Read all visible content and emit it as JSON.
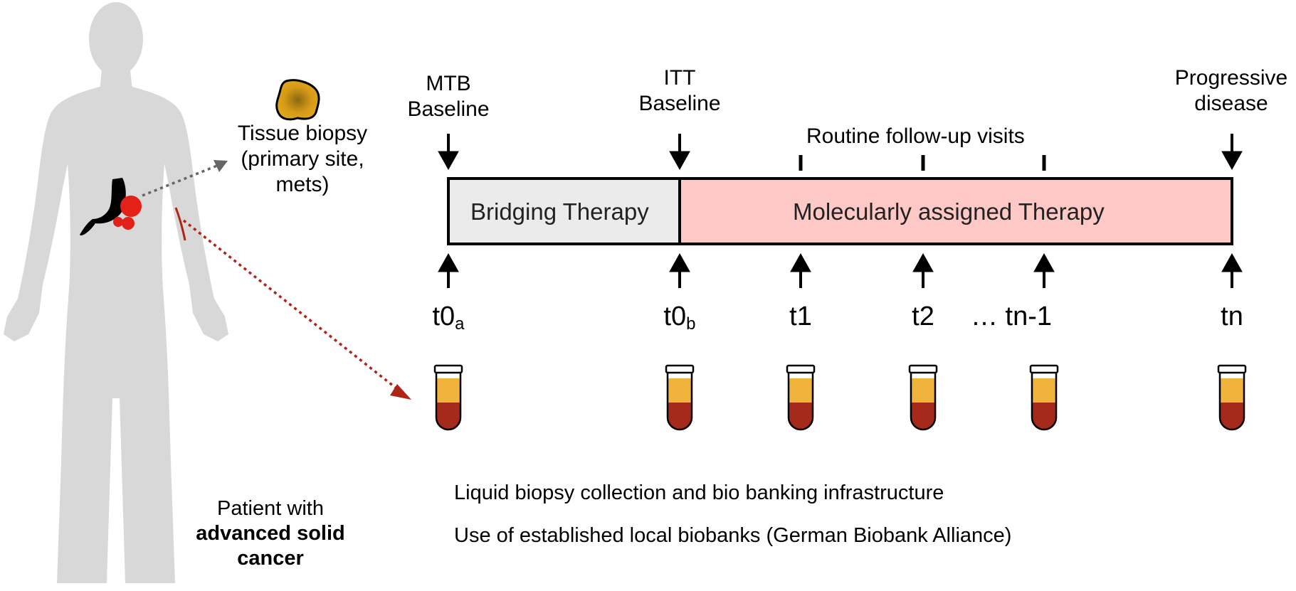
{
  "patient": {
    "line1": "Patient with",
    "line2": "advanced solid",
    "line3": "cancer"
  },
  "tissue_biopsy": {
    "line1": "Tissue biopsy",
    "line2": "(primary site,",
    "line3": "mets)"
  },
  "milestones": {
    "mtb": {
      "line1": "MTB",
      "line2": "Baseline"
    },
    "itt": {
      "line1": "ITT",
      "line2": "Baseline"
    },
    "followup": "Routine follow-up visits",
    "progressive": {
      "line1": "Progressive",
      "line2": "disease"
    }
  },
  "bars": {
    "bridging": "Bridging Therapy",
    "molecular": "Molecularly assigned Therapy"
  },
  "timepoints": [
    {
      "main": "t0",
      "sub": "a"
    },
    {
      "main": "t0",
      "sub": "b"
    },
    {
      "main": "t1",
      "sub": ""
    },
    {
      "main": "t2",
      "sub": ""
    },
    {
      "main": "… tn-1",
      "sub": ""
    },
    {
      "main": "tn",
      "sub": ""
    }
  ],
  "notes": {
    "collection": "Liquid biopsy collection and bio banking infrastructure",
    "biobanks": "Use of established local biobanks (German Biobank Alliance)"
  },
  "colors": {
    "silhouette": "#d8d8d8",
    "bridging_fill": "#ebebeb",
    "molecular_fill": "#fdc8c6",
    "plasma": "#f0b43c",
    "blood": "#a52a1c",
    "tumor": "#e32119",
    "tissue": "#d79a16",
    "blood_arrow": "#b02418",
    "tissue_arrow": "#666666"
  }
}
